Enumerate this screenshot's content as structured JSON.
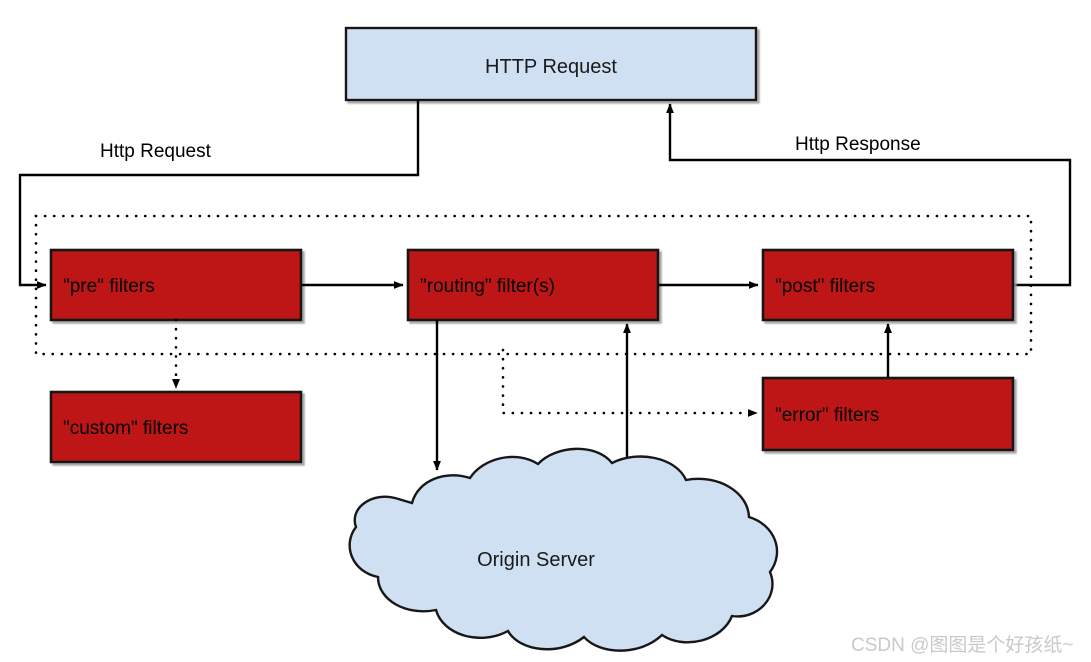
{
  "diagram": {
    "title_box": {
      "label": "HTTP Request",
      "fill": "#cfe0f3"
    },
    "edge_labels": {
      "request": "Http Request",
      "response": "Http Response"
    },
    "filter_boxes": [
      {
        "id": "pre",
        "label": "\"pre\" filters",
        "fill": "#be1212"
      },
      {
        "id": "routing",
        "label": "\"routing\" filter(s)",
        "fill": "#be1212"
      },
      {
        "id": "post",
        "label": "\"post\" filters",
        "fill": "#be1212"
      },
      {
        "id": "custom",
        "label": "\"custom\" filters",
        "fill": "#be1212"
      },
      {
        "id": "error",
        "label": "\"error\" filters",
        "fill": "#be1212"
      }
    ],
    "origin": {
      "label": "Origin Server",
      "fill": "#cfe0f3"
    },
    "watermark": "CSDN @图图是个好孩纸~",
    "colors": {
      "filter_red": "#be1212",
      "cloud_blue": "#cfe0f3",
      "stroke": "#171717",
      "watermark_grey": "#c9c9c9"
    }
  }
}
